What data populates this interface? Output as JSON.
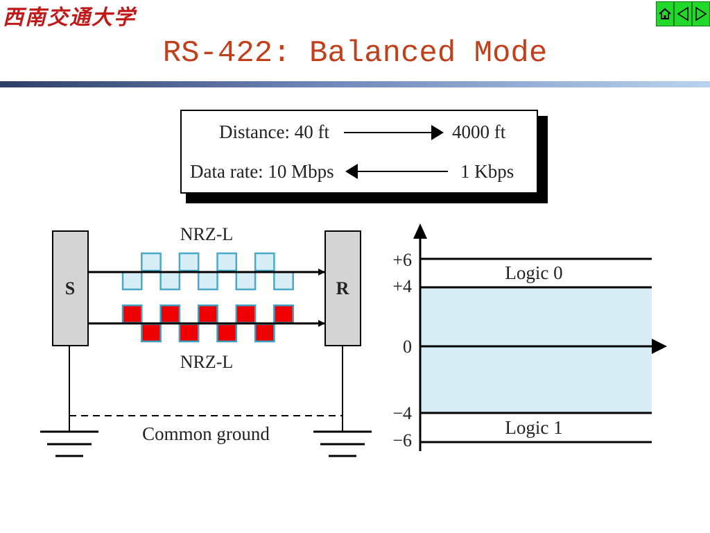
{
  "header": {
    "logo_text": "西南交通大学",
    "title": "RS-422: Balanced Mode"
  },
  "nav": {
    "home_icon": "home-icon",
    "prev_icon": "triangle-left-icon",
    "next_icon": "triangle-right-icon",
    "color": "#22d82a"
  },
  "spec_box": {
    "distance_label": "Distance: 40  ft",
    "distance_max": "4000  ft",
    "rate_label": "Data rate: 10 Mbps",
    "rate_min": "1 Kbps"
  },
  "circuit": {
    "sender": "S",
    "receiver": "R",
    "top_signal_label": "NRZ-L",
    "bottom_signal_label": "NRZ-L",
    "ground_label": "Common ground",
    "top_signal_levels": [
      0,
      1,
      0,
      1,
      0,
      1,
      0,
      1,
      0
    ],
    "bottom_signal_levels": [
      1,
      0,
      1,
      0,
      1,
      0,
      1,
      0,
      1
    ],
    "colors": {
      "top_wave_fill": "#d8eef7",
      "top_wave_stroke": "#48aac8",
      "bottom_wave_fill": "#ee0000",
      "bottom_wave_stroke": "#3aa0c0"
    }
  },
  "voltage_chart": {
    "ticks": [
      "+6",
      "+4",
      "0",
      "−4",
      "−6"
    ],
    "logic_0_label": "Logic  0",
    "logic_1_label": "Logic 1",
    "band_color": "#d8eef7"
  }
}
